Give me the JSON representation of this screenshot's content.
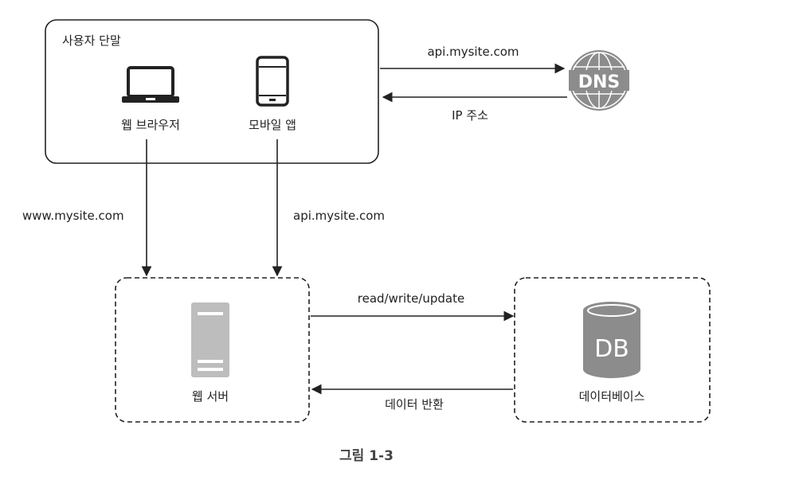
{
  "diagram": {
    "client_group_label": "사용자 단말",
    "web_browser_label": "웹 브라우저",
    "mobile_app_label": "모바일 앱",
    "dns_icon_text": "DNS",
    "dns_request_label": "api.mysite.com",
    "dns_response_label": "IP 주소",
    "browser_request_label": "www.mysite.com",
    "mobile_request_label": "api.mysite.com",
    "web_server_label": "웹 서버",
    "db_icon_text": "DB",
    "database_label": "데이터베이스",
    "db_request_label": "read/write/update",
    "db_response_label": "데이터 반환",
    "figure_caption": "그림 1-3"
  },
  "colors": {
    "stroke": "#222222",
    "icon_gray": "#8c8c8c",
    "server_gray": "#bdbdbd"
  }
}
